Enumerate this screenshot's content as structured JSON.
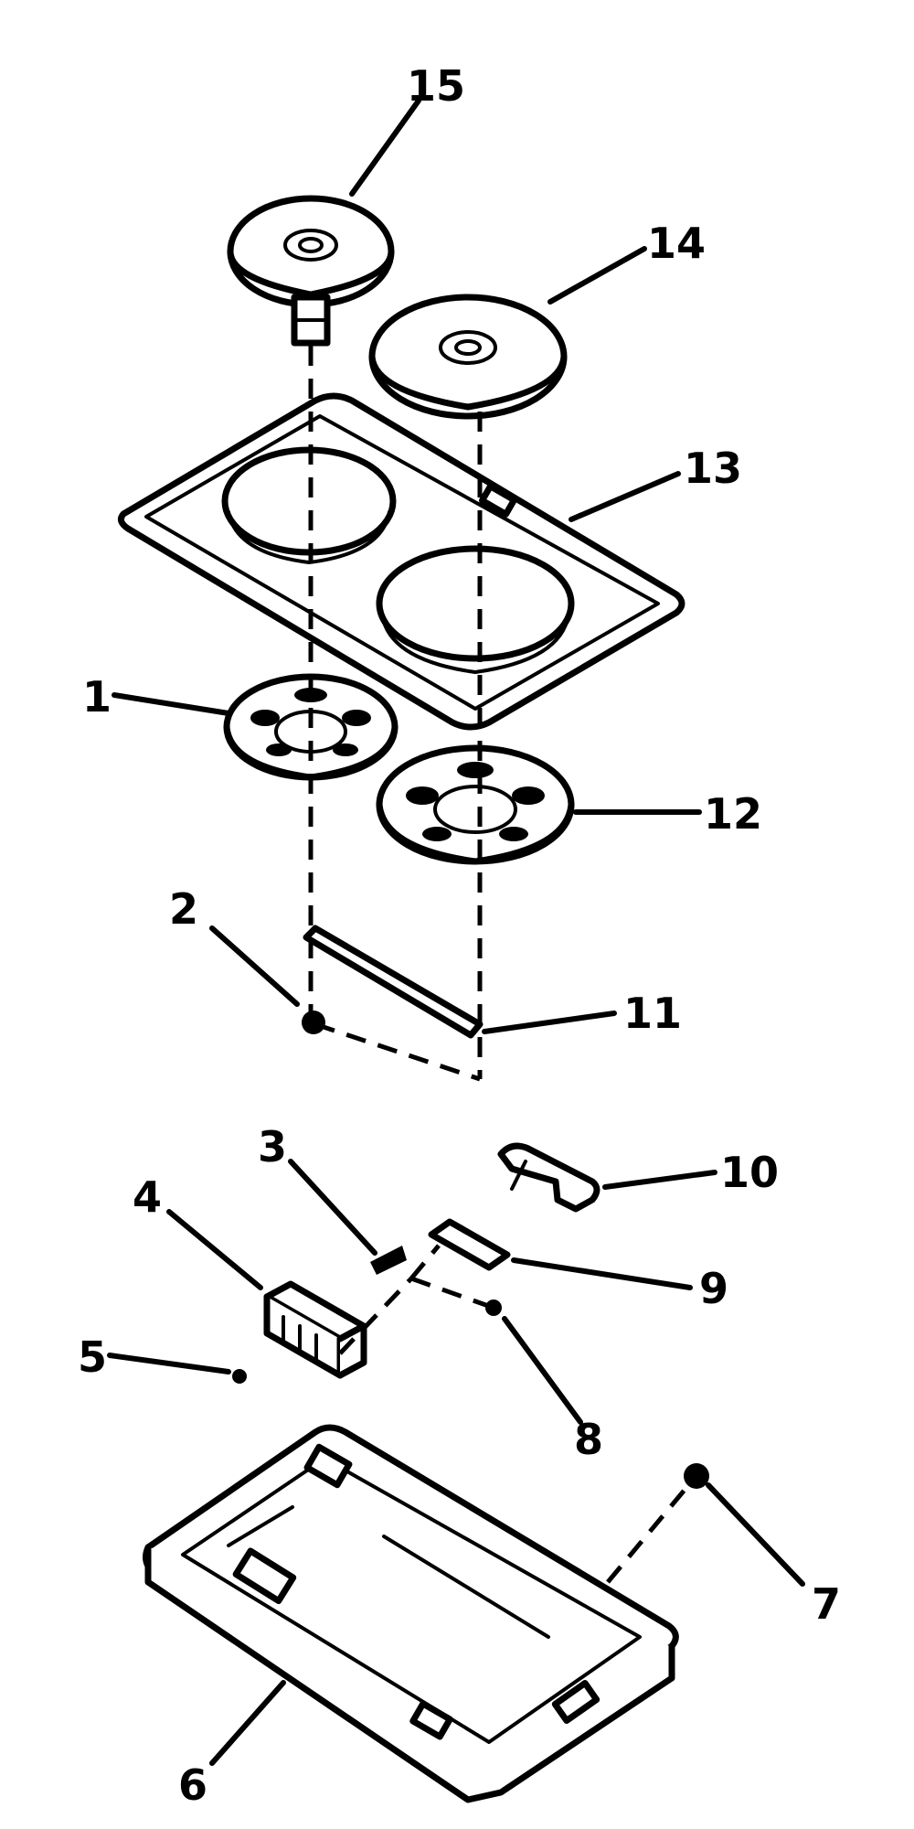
{
  "callouts": [
    "1",
    "2",
    "3",
    "4",
    "5",
    "6",
    "7",
    "8",
    "9",
    "10",
    "11",
    "12",
    "13",
    "14",
    "15",
    "6",
    "8"
  ],
  "colors": {
    "ink": "#000000",
    "paper": "#ffffff"
  }
}
